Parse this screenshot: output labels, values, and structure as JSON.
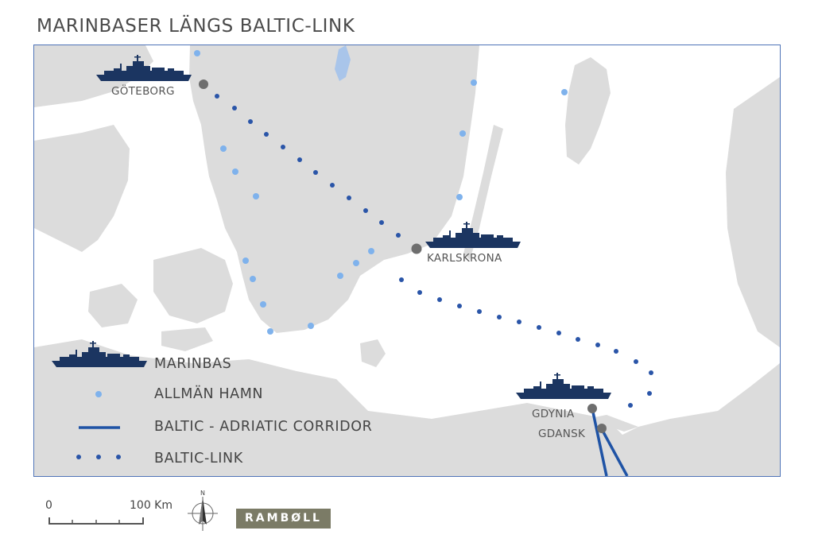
{
  "title": "MARINBASER LÄNGS BALTIC-LINK",
  "colors": {
    "land": "#dcdcdc",
    "water": "#ffffff",
    "lake": "#a9c5ea",
    "frame": "#4f74b8",
    "ship": "#1b3561",
    "harbor_dot": "#7fb2ec",
    "base_dot": "#6e6e6e",
    "baltic_link": "#2a55a8",
    "corridor": "#1f53a5",
    "brand_bg": "#7b7b66"
  },
  "bases": [
    {
      "name": "GÖTEBORG"
    },
    {
      "name": "KARLSKRONA"
    },
    {
      "name": "GDYNIA"
    },
    {
      "name": "GDANSK"
    }
  ],
  "legend": {
    "marinbas": "MARINBAS",
    "allman_hamn": "ALLMÄN HAMN",
    "corridor": "BALTIC - ADRIATIC CORRIDOR",
    "baltic_link": "BALTIC-LINK"
  },
  "scale": {
    "zero": "0",
    "distance": "100 Km"
  },
  "compass": {
    "north": "N",
    "icon": "compass-icon"
  },
  "brand": "RAMBØLL"
}
